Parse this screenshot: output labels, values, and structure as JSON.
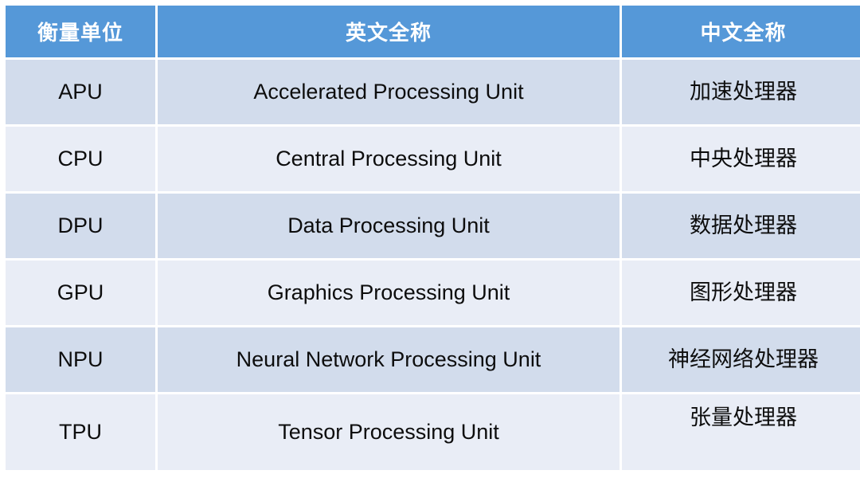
{
  "table": {
    "headers": [
      {
        "key": "unit",
        "label": "衡量单位"
      },
      {
        "key": "english",
        "label": "英文全称"
      },
      {
        "key": "chinese",
        "label": "中文全称"
      }
    ],
    "rows": [
      {
        "unit": "APU",
        "english": "Accelerated Processing Unit",
        "chinese": "加速处理器"
      },
      {
        "unit": "CPU",
        "english": "Central Processing Unit",
        "chinese": "中央处理器"
      },
      {
        "unit": "DPU",
        "english": "Data Processing Unit",
        "chinese": "数据处理器"
      },
      {
        "unit": "GPU",
        "english": "Graphics Processing Unit",
        "chinese": "图形处理器"
      },
      {
        "unit": "NPU",
        "english": "Neural Network Processing Unit",
        "chinese": "神经网络处理器"
      },
      {
        "unit": "TPU",
        "english": "Tensor Processing Unit",
        "chinese": "张量处理器"
      }
    ]
  },
  "colors": {
    "header_background": "#5598D8",
    "header_text": "#FFFFFF",
    "row_dark": "#D2DCEC",
    "row_light": "#E9EDF6",
    "cell_text": "#0D0D0D",
    "page_background": "#FFFFFF"
  }
}
